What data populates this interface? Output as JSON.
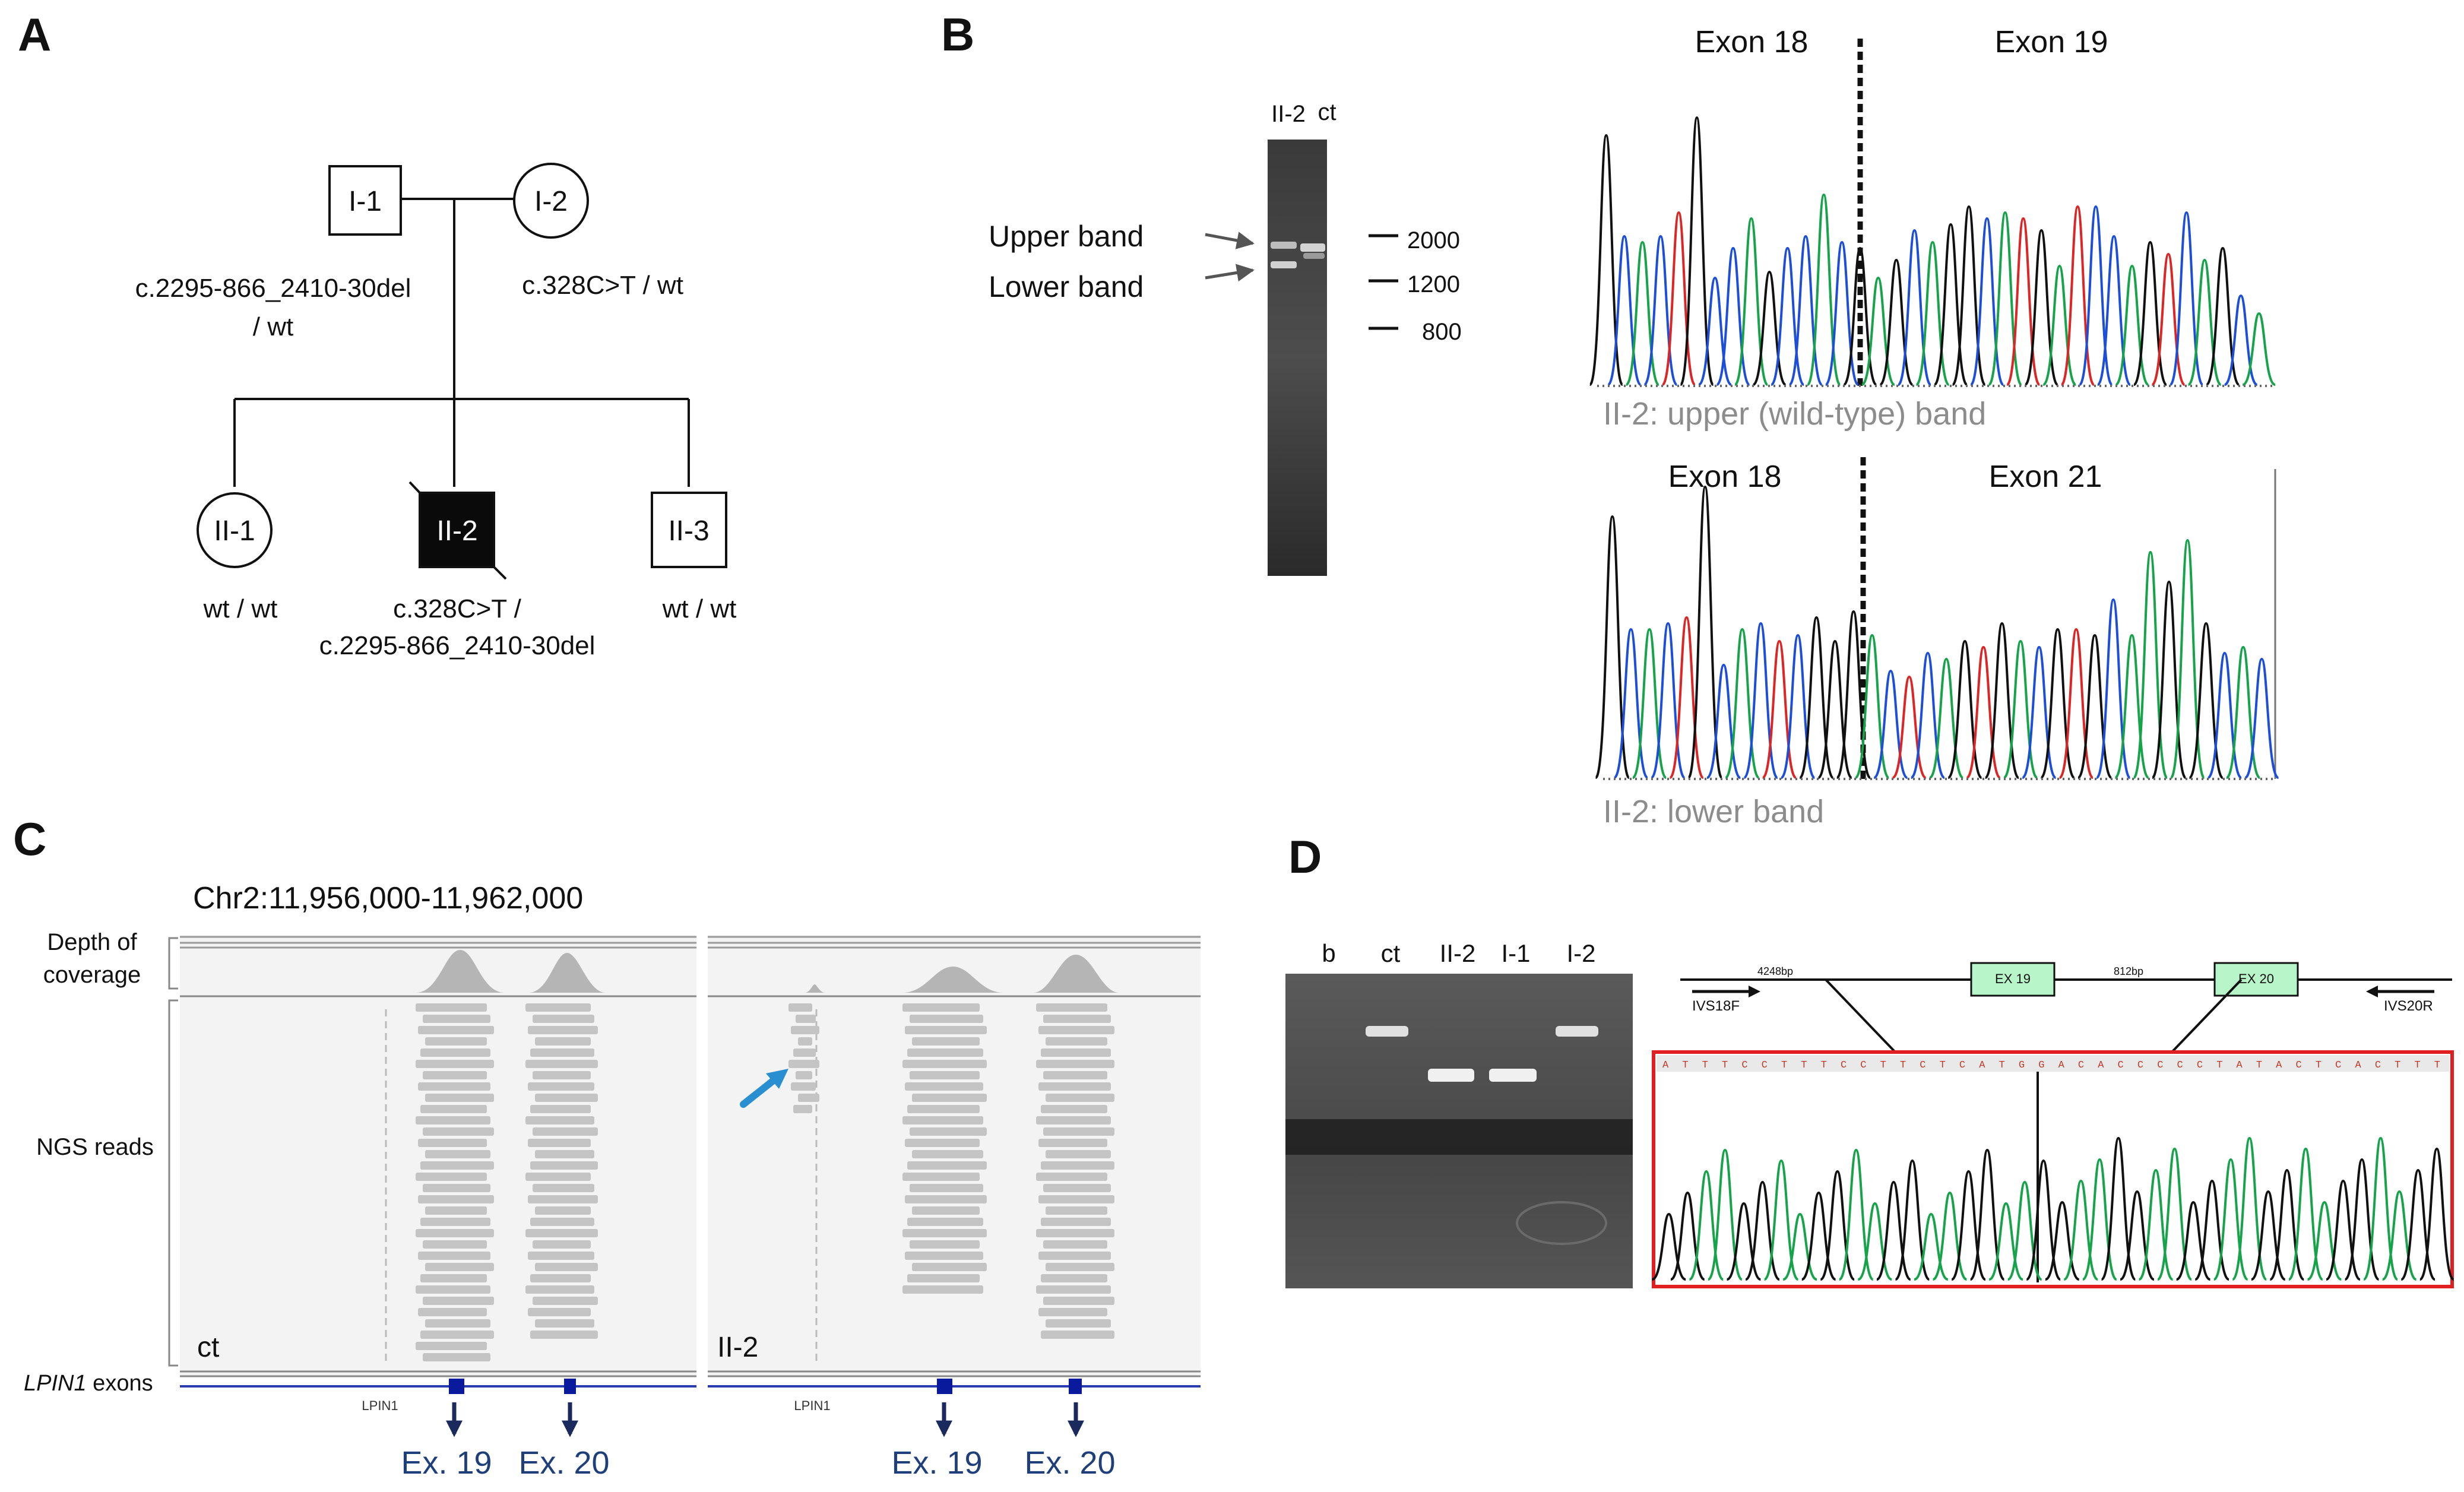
{
  "panels": {
    "a": {
      "letter": "A",
      "individuals": {
        "i1": {
          "id": "I-1",
          "genotype_line1": "c.2295-866_2410-30del",
          "genotype_line2": "/ wt"
        },
        "i2": {
          "id": "I-2",
          "genotype": "c.328C>T / wt"
        },
        "ii1": {
          "id": "II-1",
          "genotype": "wt / wt"
        },
        "ii2": {
          "id": "II-2",
          "genotype_line1": "c.328C>T /",
          "genotype_line2": "c.2295-866_2410-30del"
        },
        "ii3": {
          "id": "II-3",
          "genotype": "wt / wt"
        }
      }
    },
    "b": {
      "letter": "B",
      "gel": {
        "lanes": [
          "II-2",
          "ct"
        ],
        "band_labels": [
          "Upper band",
          "Lower band"
        ],
        "ladder": [
          "2000",
          "1200",
          "800"
        ]
      },
      "trace_upper": {
        "exon_left": "Exon 18",
        "exon_right": "Exon 19",
        "caption": "II-2: upper (wild-type) band"
      },
      "trace_lower": {
        "exon_left": "Exon 18",
        "exon_right": "Exon 21",
        "caption": "II-2: lower band"
      }
    },
    "c": {
      "letter": "C",
      "region": "Chr2:11,956,000-11,962,000",
      "row_labels": {
        "depth_line1": "Depth of",
        "depth_line2": "coverage",
        "reads": "NGS reads",
        "exons_gene": "LPIN1",
        "exons_suffix": " exons"
      },
      "samples": [
        "ct",
        "II-2"
      ],
      "track_gene": "LPIN1",
      "exon_labels": [
        "Ex. 19",
        "Ex. 20"
      ]
    },
    "d": {
      "letter": "D",
      "gel_lanes": [
        "b",
        "ct",
        "II-2",
        "I-1",
        "I-2"
      ],
      "schematic": {
        "size_left": "4248bp",
        "size_mid": "812bp",
        "exon1": "EX 19",
        "exon2": "EX 20",
        "primer_f": "IVS18F",
        "primer_r": "IVS20R"
      },
      "seq_bases": "ATTTCCTTTCCTTCTCATGGACACCCCCTATACTCACTTT"
    }
  },
  "colors": {
    "trace_a": "#16a34a",
    "trace_c": "#1d4ed8",
    "trace_g": "#111111",
    "trace_t": "#dc2626",
    "gel": "#4a4a4a",
    "igv_exon": "#0a1a9c",
    "arrow_igv": "#2a8fd0",
    "seq_box": "#e02020",
    "exon_box": "#b8f5c8"
  }
}
